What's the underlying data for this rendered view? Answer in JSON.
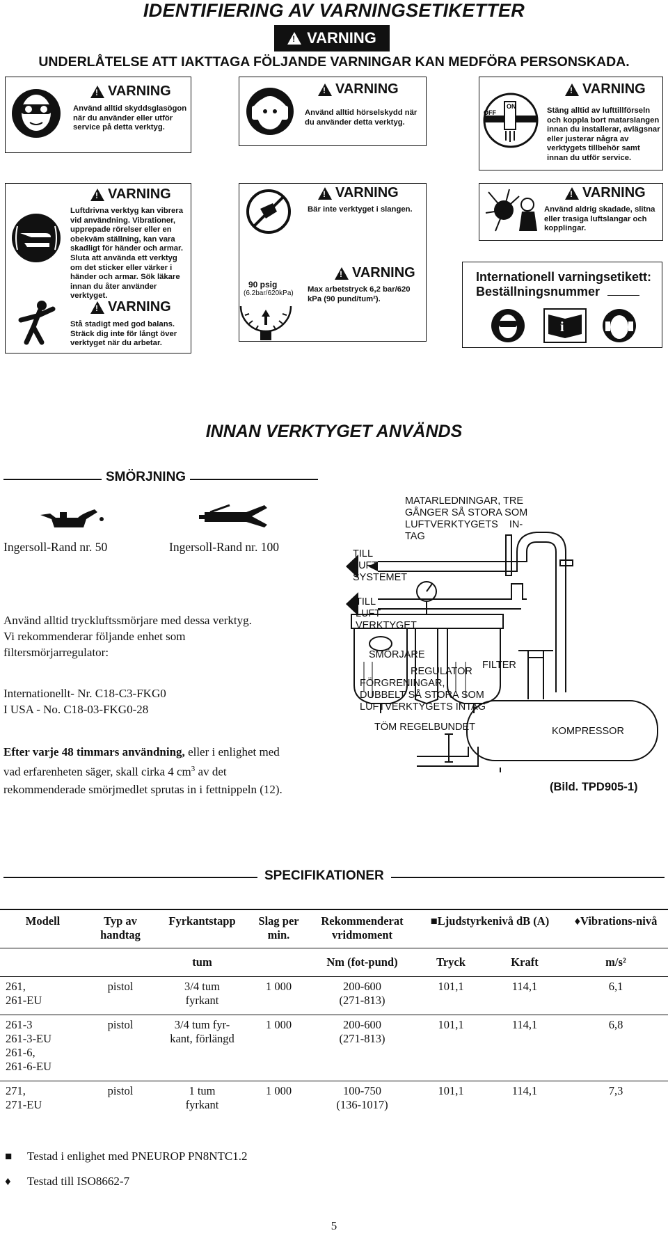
{
  "header": {
    "title": "IDENTIFIERING AV VARNINGSETIKETTER",
    "banner": "VARNING",
    "subtitle": "UNDERLÅTELSE ATT IAKTTAGA FÖLJANDE VARNINGAR KAN MEDFÖRA PERSONSKADA."
  },
  "warnings": {
    "label": "VARNING",
    "goggles": "Använd alltid skyddsglasögon när du använder eller utför service på detta verktyg.",
    "hearing": "Använd alltid hörselskydd när du använder detta verktyg.",
    "air_off": "Stäng alltid av lufttillförseln och koppla bort matarslangen innan du installerar, avlägsnar eller justerar några av verktygets tillbehör samt innan du utför service.",
    "vibration": "Luftdrivna verktyg kan vibrera vid användning. Vibrationer, upprepade rörelser eller en obekväm ställning, kan vara skadligt för händer och armar. Sluta att använda ett verktyg om det sticker eller värker i händer och armar. Sök läkare innan du åter använder verktyget.",
    "balance": "Stå stadigt med god balans. Sträck dig inte för långt över verktyget när du arbetar.",
    "hose_carry": "Bär inte verktyget i slangen.",
    "pressure": "Max arbetstryck 6,2 bar/620 kPa (90 pund/tum²).",
    "gauge_psi": "90 psig",
    "gauge_units": "(6.2bar/620kPa)",
    "damaged_hose": "Använd aldrig skadade, slitna eller trasiga luftslangar och kopplingar.",
    "intl_label_line1": "Internationell varningsetikett:",
    "intl_label_line2": "Beställningsnummer",
    "on_label": "ON",
    "off_label": "OFF"
  },
  "before_use": {
    "title": "INNAN VERKTYGET ANVÄNDS",
    "lubrication_heading": "SMÖRJNING",
    "product_50": "Ingersoll-Rand nr. 50",
    "product_100": "Ingersoll-Rand nr. 100",
    "body_line1": "Använd alltid tryckluftssmörjare med dessa verktyg.",
    "body_line2": "Vi rekommenderar följande enhet som",
    "body_line3": "filtersmörjarregulator:",
    "intl_no": "Internationellt- Nr. C18-C3-FKG0",
    "usa_no": "I USA - No. C18-03-FKG0-28",
    "bold_lead": "Efter varje 48 timmars användning,",
    "after_line1_rest": " eller i enlighet med",
    "after_line2": "vad erfarenheten säger, skall cirka 4 cm",
    "after_sup": "3",
    "after_line2_rest": " av det",
    "after_line3": "rekommenderade smörjmedlet sprutas in i fettnippeln (12)."
  },
  "diagram": {
    "supply_lines": [
      "MATARLEDNINGAR, TRE",
      "GÅNGER SÅ STORA SOM",
      "LUFTVERKTYGETS    IN-",
      "TAG"
    ],
    "to_system": [
      "TILL",
      "LUFT",
      "SYSTEMET"
    ],
    "to_tool": [
      "TILL",
      "LUFT",
      "VERKTYGET"
    ],
    "lubricator": "SMÖRJARE",
    "filter": "FILTER",
    "regulator": "REGULATOR",
    "branch": [
      "FÖRGRENINGAR,",
      "DUBBELT SÅ STORA SOM",
      "LUFTVERKTYGETS INTAG"
    ],
    "drain": "TÖM REGELBUNDET",
    "compressor": "KOMPRESSOR",
    "figure": "(Bild. TPD905-1)"
  },
  "specs": {
    "title": "SPECIFIKATIONER",
    "headers": [
      "Modell",
      "Typ av handtag",
      "Fyrkantstapp",
      "Slag per min.",
      "Rekommenderat vridmoment",
      "■Ljudstyrkenivå dB (A)",
      "♦Vibrations-nivå"
    ],
    "units": [
      "",
      "",
      "tum",
      "",
      "Nm (fot-pund)",
      "Tryck",
      "Kraft",
      "m/s²"
    ],
    "rows": [
      {
        "model": "261,\n261-EU",
        "handle": "pistol",
        "square": "3/4 tum\nfyrkant",
        "bpm": "1 000",
        "torque": "200-600\n(271-813)",
        "pressure": "101,1",
        "power": "114,1",
        "vib": "6,1"
      },
      {
        "model": "261-3\n261-3-EU\n261-6,\n261-6-EU",
        "handle": "pistol",
        "square": "3/4 tum fyr-\nkant, förlängd",
        "bpm": "1 000",
        "torque": "200-600\n(271-813)",
        "pressure": "101,1",
        "power": "114,1",
        "vib": "6,8"
      },
      {
        "model": "271,\n271-EU",
        "handle": "pistol",
        "square": "1 tum\nfyrkant",
        "bpm": "1 000",
        "torque": "100-750\n(136-1017)",
        "pressure": "101,1",
        "power": "114,1",
        "vib": "7,3"
      }
    ],
    "note1_mark": "■",
    "note1": "Testad i enlighet med PNEUROP PN8NTC1.2",
    "note2_mark": "♦",
    "note2": "Testad till ISO8662-7"
  },
  "page_number": "5"
}
